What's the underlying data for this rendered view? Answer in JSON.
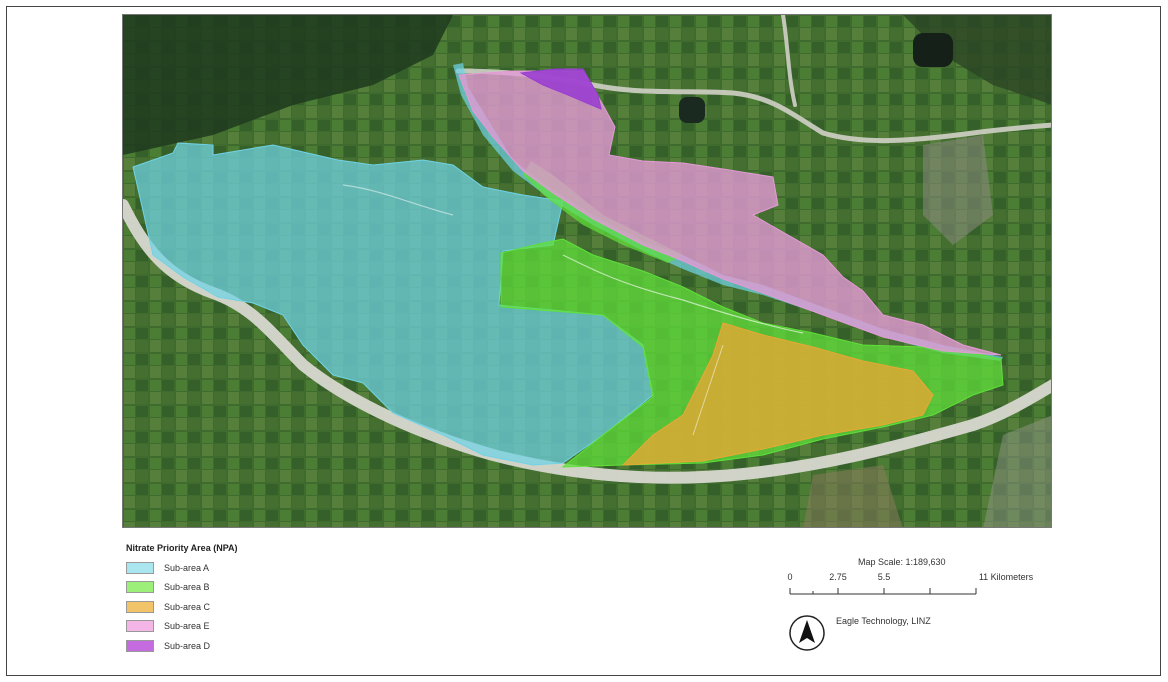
{
  "legend": {
    "title": "Nitrate Priority Area (NPA)",
    "items": [
      {
        "label": "Sub-area A",
        "color": "#a9e6f0"
      },
      {
        "label": "Sub-area B",
        "color": "#9cf07a"
      },
      {
        "label": "Sub-area C",
        "color": "#f2c46a"
      },
      {
        "label": "Sub-area E",
        "color": "#f3b6e6"
      },
      {
        "label": "Sub-area D",
        "color": "#c46be0"
      }
    ]
  },
  "scale": {
    "title": "Map Scale: 1:189,630",
    "ticks": [
      "0",
      "2.75",
      "5.5",
      "",
      "11 Kilometers"
    ]
  },
  "attribution": "Eagle Technology, LINZ",
  "map_layers": {
    "sub_area_a_color": "#6fd3e6",
    "sub_area_b_color": "#5fe03a",
    "sub_area_c_color": "#e8a834",
    "sub_area_e_color": "#e49ad6",
    "sub_area_d_color": "#9a3fd0",
    "river_color": "#d8d8d0"
  }
}
